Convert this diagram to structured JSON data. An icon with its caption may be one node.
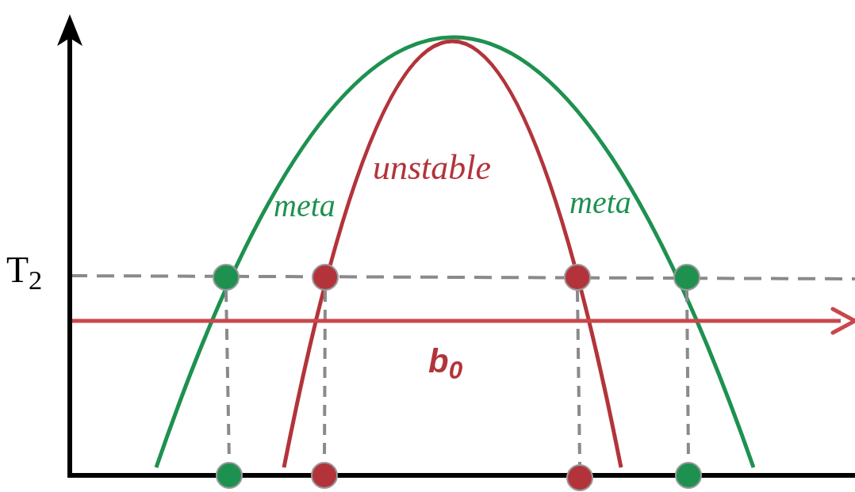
{
  "diagram": {
    "nodes": [
      {
        "text": [],
        "shape": "circle"
      },
      {
        "text": [],
        "shape": "circle"
      },
      {
        "text": [],
        "shape": "circle"
      },
      {
        "text": [],
        "shape": "circle"
      },
      {
        "text": [],
        "shape": "circle"
      },
      {
        "text": [],
        "shape": "circle"
      },
      {
        "text": [],
        "shape": "circle"
      },
      {
        "text": [],
        "shape": "circle"
      }
    ],
    "edges": [
      {
        "from": 0,
        "to": 4,
        "arrow": "none",
        "style": "dashed"
      },
      {
        "from": 1,
        "to": 5,
        "arrow": "none",
        "style": "dashed"
      },
      {
        "from": 2,
        "to": 6,
        "arrow": "none",
        "style": "dashed"
      },
      {
        "from": 3,
        "to": 7,
        "arrow": "none",
        "style": "dashed"
      }
    ],
    "labels": [
      "unstable",
      "meta",
      "meta",
      "T$_{2}$",
      "b$_{0}$"
    ]
  }
}
